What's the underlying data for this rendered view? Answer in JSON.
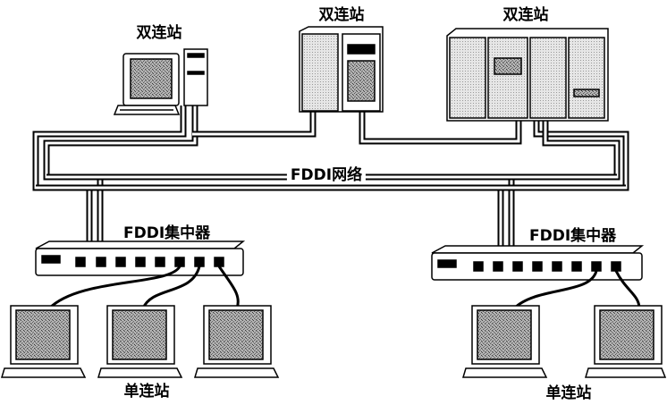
{
  "labels": {
    "dual_station_1": "双连站",
    "dual_station_2": "双连站",
    "dual_station_3": "双连站",
    "network": "FDDI网络",
    "concentrator_1": "FDDI集中器",
    "concentrator_2": "FDDI集中器",
    "single_station_1": "单连站",
    "single_station_2": "单连站"
  },
  "icons": {
    "desktop": "desktop-computer-icon",
    "server": "server-cabinet-icon",
    "concentrator": "hub-concentrator-icon",
    "monitor": "monitor-icon"
  },
  "colors": {
    "line": "#000000",
    "fill": "#ffffff",
    "screen": "#9a9a9a"
  }
}
